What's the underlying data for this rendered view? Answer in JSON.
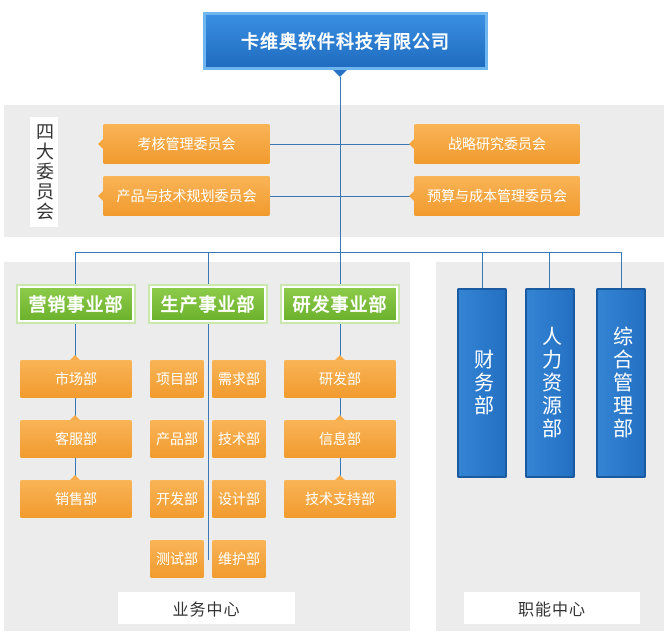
{
  "company": {
    "name": "卡维奥软件科技有限公司"
  },
  "committees": {
    "label": "四大委员会",
    "left": [
      "考核管理委员会",
      "产品与技术规划委员会"
    ],
    "right": [
      "战略研究委员会",
      "预算与成本管理委员会"
    ]
  },
  "business_center": {
    "label": "业务中心",
    "marketing": {
      "name": "营销事业部",
      "departments": [
        "市场部",
        "客服部",
        "销售部"
      ]
    },
    "production": {
      "name": "生产事业部",
      "departments_left": [
        "项目部",
        "产品部",
        "开发部",
        "测试部"
      ],
      "departments_right": [
        "需求部",
        "技术部",
        "设计部",
        "维护部"
      ]
    },
    "rnd": {
      "name": "研发事业部",
      "departments": [
        "研发部",
        "信息部",
        "技术支持部"
      ]
    }
  },
  "function_center": {
    "label": "职能中心",
    "departments": [
      "财务部",
      "人力资源部",
      "综合管理部"
    ]
  },
  "colors": {
    "line": "#3a78b5",
    "panel": "#ececec",
    "company_blue": "#2a7fd4",
    "committee_orange": "#f5a53a",
    "division_green": "#7dbf3c",
    "function_blue": "#2c7acb"
  }
}
